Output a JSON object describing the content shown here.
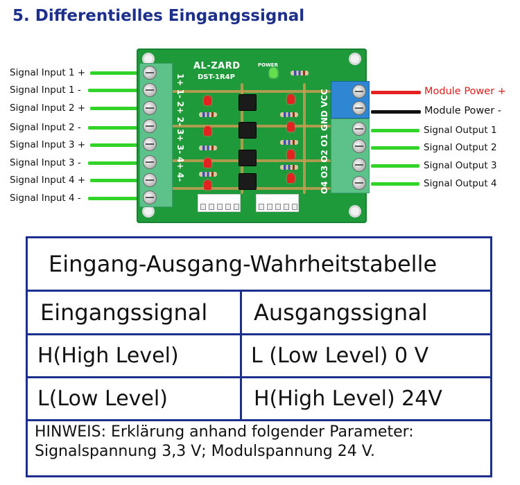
{
  "title": "5. Differentielles Eingangssignal",
  "board": {
    "brand": "AL-ZARD",
    "model": "DST-1R4P",
    "power_silk": "POWER",
    "input_silk": "1+ 1- 2+ 2- 3+ 3- 4+ 4-",
    "output_silk": "O4 O3 O2 O1 GND VCC",
    "input_labels": [
      "Signal Input 1 +",
      "Signal Input 1 -",
      "Signal Input 2 +",
      "Signal Input 2 -",
      "Signal Input 3 +",
      "Signal Input 3 -",
      "Signal Input 4 +",
      "Signal Input 4 -"
    ],
    "power_labels": {
      "plus": "Module Power +",
      "minus": "Module Power -"
    },
    "output_labels": [
      "Signal Output 1",
      "Signal Output 2",
      "Signal Output 3",
      "Signal Output 4"
    ],
    "colors": {
      "pcb": "#1f9a3a",
      "wire_signal": "#33d42a",
      "wire_power_plus": "#e52222",
      "wire_power_minus": "#111111",
      "title_blue": "#1d2f8c"
    }
  },
  "truth_table": {
    "title": "Eingang-Ausgang-Wahrheitstabelle",
    "headers": [
      "Eingangssignal",
      "Ausgangssignal"
    ],
    "rows": [
      [
        "H(High Level)",
        "L (Low Level) 0 V"
      ],
      [
        "L(Low Level)",
        "H(High Level) 24V"
      ]
    ],
    "note_line1": "HINWEIS: Erklärung anhand folgender Parameter:",
    "note_line2": "Signalspannung 3,3 V; Modulspannung 24 V."
  }
}
